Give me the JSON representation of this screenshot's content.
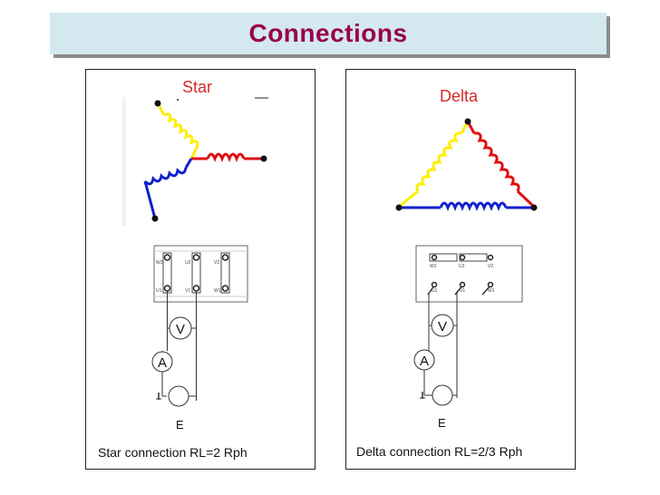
{
  "title": "Connections",
  "star": {
    "label": "Star",
    "caption": "Star connection RL=2 Rph",
    "terminal_top": [
      "W2",
      "U2",
      "V2"
    ],
    "terminal_bottom": [
      "U1",
      "V1",
      "W1"
    ],
    "voltmeter": "V",
    "ammeter": "A",
    "source": "E"
  },
  "delta": {
    "label": "Delta",
    "caption": "Delta connection RL=2/3 Rph",
    "terminal_top": [
      "W2",
      "U2",
      "V2"
    ],
    "terminal_bottom": [
      "U1",
      "V1",
      "W1"
    ],
    "voltmeter": "V",
    "ammeter": "A",
    "source": "E"
  },
  "colors": {
    "title": "#99004d",
    "title_bg": "#d4e8ef",
    "phase_u": "#ffee00",
    "phase_v": "#e01010",
    "phase_w": "#1020d0",
    "label": "#d42a2a"
  }
}
